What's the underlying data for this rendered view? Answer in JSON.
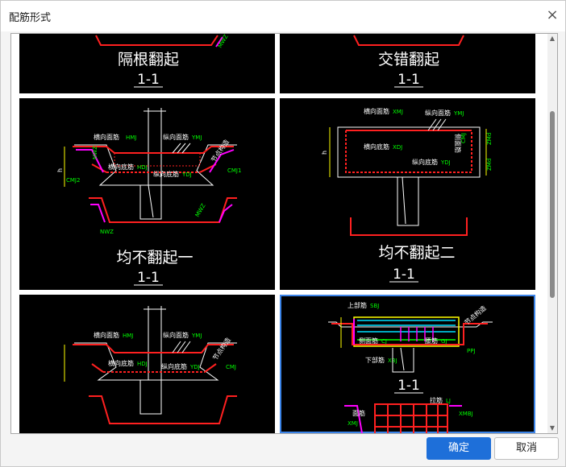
{
  "dialog": {
    "title": "配筋形式",
    "close_glyph": "×"
  },
  "buttons": {
    "ok": "确定",
    "cancel": "取消"
  },
  "accent_color": "#1e6fd9",
  "tiles": [
    {
      "caption": "隔根翻起",
      "section": "1-1",
      "selected": false
    },
    {
      "caption": "交错翻起",
      "section": "1-1",
      "selected": false
    },
    {
      "caption": "均不翻起一",
      "section": "1-1",
      "selected": false,
      "labels": {
        "top_tr": "横向面筋",
        "top_tr_code": "HMJ",
        "top_lg": "纵向面筋",
        "top_lg_code": "YMJ",
        "bot_tr": "横向底筋",
        "bot_tr_code": "HDJ",
        "bot_lg": "纵向底筋",
        "bot_lg_code": "YDJ",
        "cmj1": "CMJ1",
        "cmj2": "CMJ2",
        "nwz": "NWZ",
        "mwz": "MWZ",
        "side": "节点构造"
      }
    },
    {
      "caption": "均不翻起二",
      "section": "1-1",
      "selected": false,
      "labels": {
        "top_tr": "横向面筋",
        "top_tr_code": "XMJ",
        "top_lg": "纵向面筋",
        "top_lg_code": "YMJ",
        "bot_tr": "横向底筋",
        "bot_tr_code": "XDJ",
        "bot_lg": "纵向底筋",
        "bot_lg_code": "YDJ",
        "side": "侧面筋",
        "side_code": "CMJ"
      }
    },
    {
      "caption": "",
      "section": "",
      "selected": false,
      "labels": {
        "top_tr": "横向面筋",
        "top_tr_code": "HMJ",
        "top_lg": "纵向面筋",
        "top_lg_code": "YMJ",
        "bot_tr": "横向底筋",
        "bot_tr_code": "HDJ",
        "bot_lg": "纵向底筋",
        "bot_lg_code": "YDJ",
        "cmj": "CMJ",
        "side": "节点构造"
      }
    },
    {
      "caption": "",
      "section": "1-1",
      "selected": true,
      "labels": {
        "top": "上部筋",
        "top_code": "SBJ",
        "side": "侧面筋",
        "side_code": "CJ",
        "mid": "腰筋",
        "mid_code": "GJ",
        "bottom": "下部筋",
        "bottom_code": "XBJ",
        "ppj": "PPJ",
        "node": "节点构造",
        "lj": "拉筋",
        "lj_code": "LJ",
        "xmj": "XMJ",
        "xmbj": "XMBJ",
        "hm": "面筋"
      }
    }
  ]
}
